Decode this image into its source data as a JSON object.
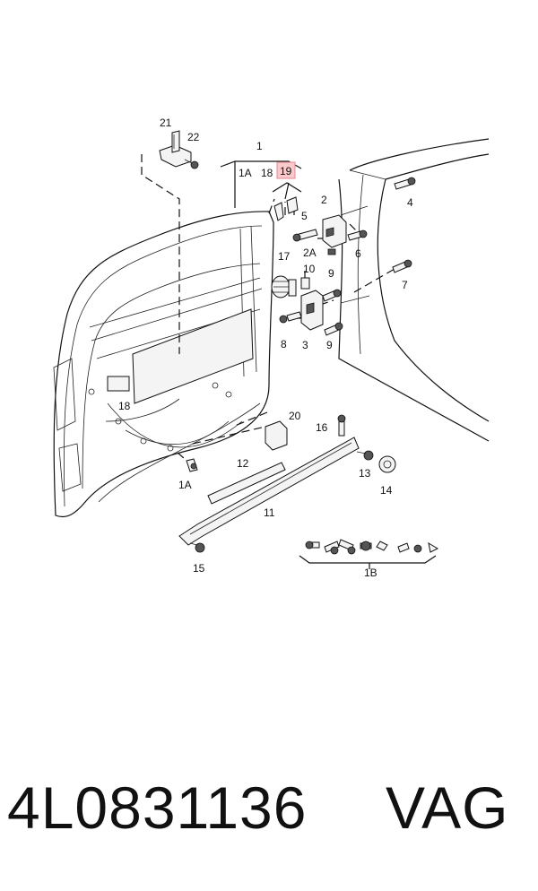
{
  "diagram": {
    "labels": {
      "l1": "1",
      "l1A_top": "1A",
      "l18_top": "18",
      "l19": "19",
      "l2": "2",
      "l2A": "2A",
      "l3": "3",
      "l4": "4",
      "l5": "5",
      "l6": "6",
      "l7": "7",
      "l8": "8",
      "l9a": "9",
      "l9b": "9",
      "l10": "10",
      "l11": "11",
      "l12": "12",
      "l13": "13",
      "l14": "14",
      "l15": "15",
      "l16": "16",
      "l17": "17",
      "l18": "18",
      "l20": "20",
      "l21": "21",
      "l22": "22",
      "l1A": "1A",
      "l1B": "1B"
    },
    "highlight_color": "#f9c9cc"
  },
  "footer": {
    "part_number": "4L0831136",
    "brand": "VAG"
  }
}
